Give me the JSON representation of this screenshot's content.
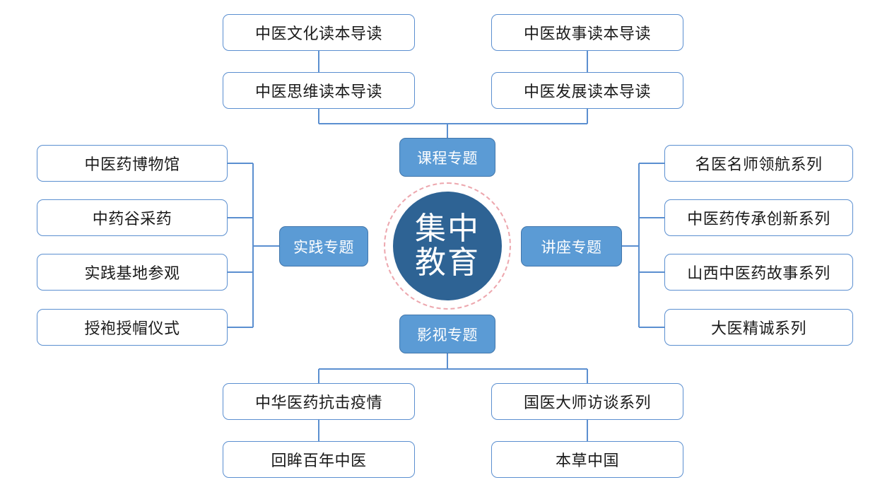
{
  "diagram": {
    "title_center": {
      "line1": "集中",
      "line2": "教育"
    },
    "categories": [
      {
        "id": "course",
        "label": "课程专题"
      },
      {
        "id": "practice",
        "label": "实践专题"
      },
      {
        "id": "lecture",
        "label": "讲座专题"
      },
      {
        "id": "film",
        "label": "影视专题"
      }
    ],
    "top_left_items": [
      {
        "label": "中医文化读本导读"
      },
      {
        "label": "中医思维读本导读"
      }
    ],
    "top_right_items": [
      {
        "label": "中医故事读本导读"
      },
      {
        "label": "中医发展读本导读"
      }
    ],
    "left_items": [
      {
        "label": "中医药博物馆"
      },
      {
        "label": "中药谷采药"
      },
      {
        "label": "实践基地参观"
      },
      {
        "label": "授袍授帽仪式"
      }
    ],
    "right_items": [
      {
        "label": "名医名师领航系列"
      },
      {
        "label": "中医药传承创新系列"
      },
      {
        "label": "山西中医药故事系列"
      },
      {
        "label": "大医精诚系列"
      }
    ],
    "bottom_left_items": [
      {
        "label": "中华医药抗击疫情"
      },
      {
        "label": "回眸百年中医"
      }
    ],
    "bottom_right_items": [
      {
        "label": "国医大师访谈系列"
      },
      {
        "label": "本草中国"
      }
    ],
    "colors": {
      "hub_fill": "#2e6394",
      "hub_ring_dashed": "#eda7ae",
      "category_fill": "#5b9bd5",
      "category_border": "#4276ab",
      "leaf_border": "#5b8fd0",
      "leaf_fill": "#ffffff",
      "connector": "#5b8fd0",
      "leaf_text": "#1a1a1a",
      "category_text": "#ffffff"
    }
  }
}
